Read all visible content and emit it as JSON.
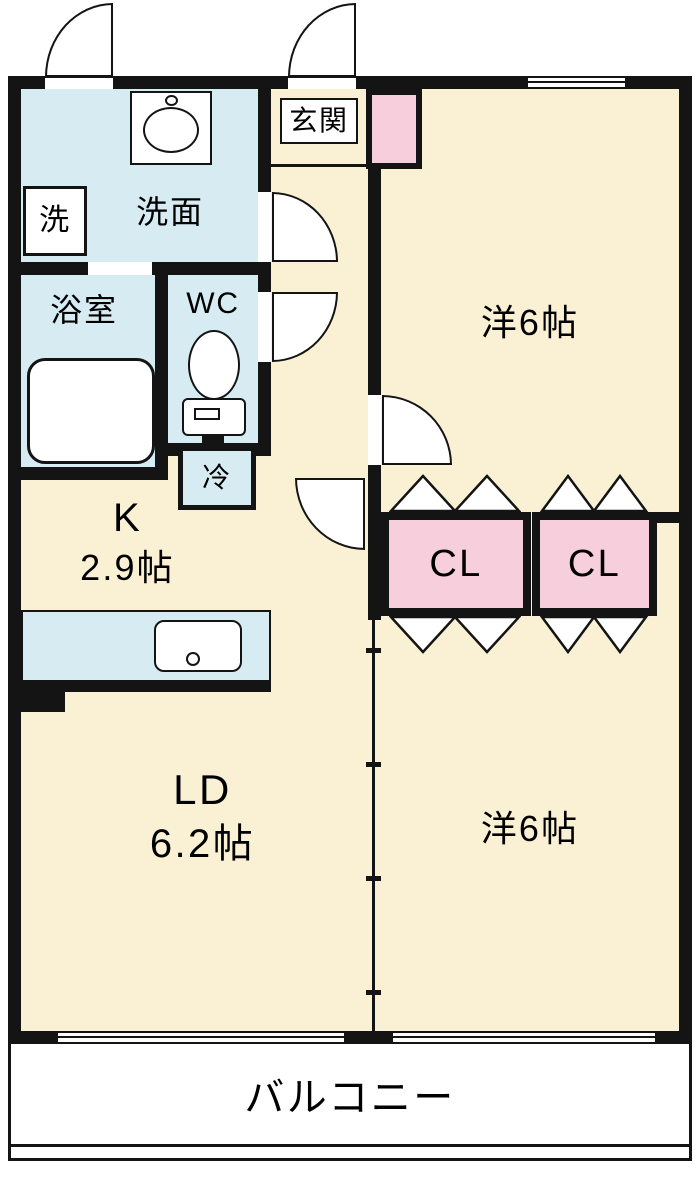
{
  "floorplan": {
    "labels": {
      "genkan": "玄関",
      "washer": "洗",
      "senmen": "洗面",
      "bath": "浴室",
      "wc": "WC",
      "fridge": "冷",
      "kitchen_name": "K",
      "kitchen_size": "2.9帖",
      "western_top": "洋6帖",
      "closet_left": "CL",
      "closet_right": "CL",
      "western_bottom": "洋6帖",
      "ld_name": "LD",
      "ld_size": "6.2帖",
      "balcony": "バルコニー"
    },
    "colors": {
      "floor": "#FAF0D4",
      "wet_area": "#D7EBF3",
      "closet_pink": "#F7CFDC",
      "wall": "#141414",
      "background": "#FFFFFF"
    }
  }
}
